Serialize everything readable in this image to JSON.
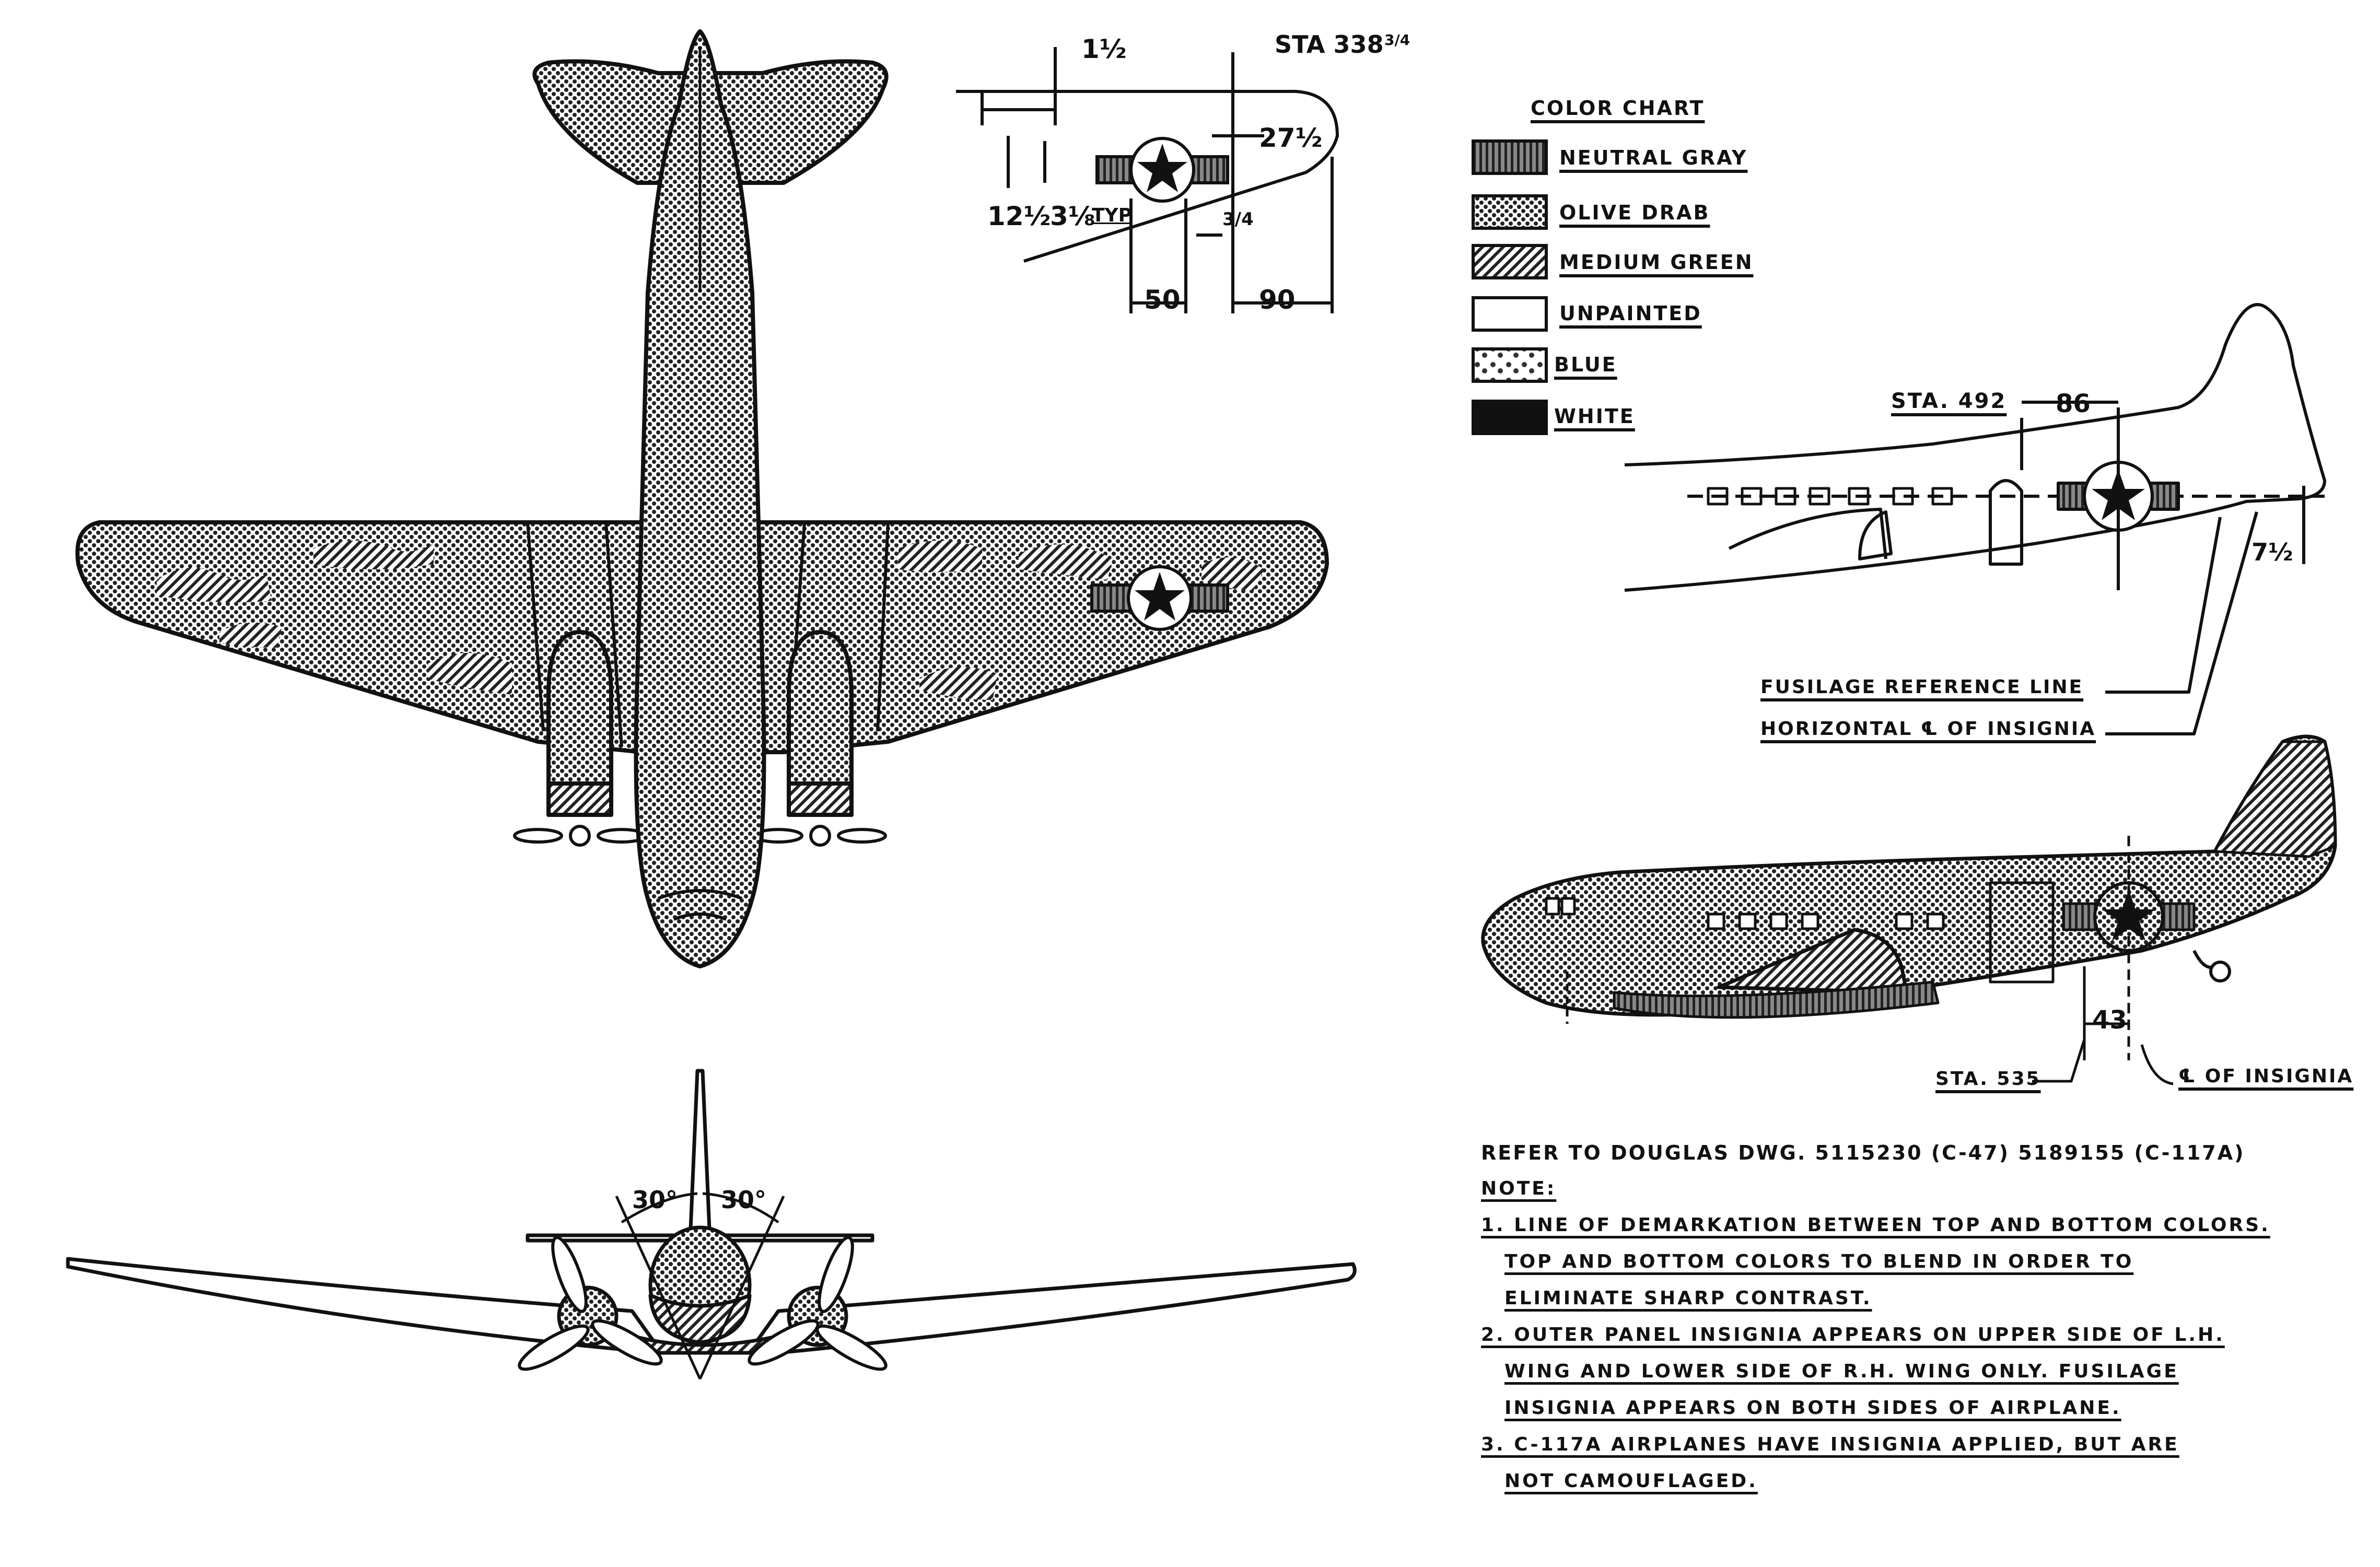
{
  "color_chart": {
    "title": "COLOR CHART",
    "items": [
      {
        "label": "NEUTRAL GRAY",
        "swatch": "neutral-gray"
      },
      {
        "label": "OLIVE DRAB",
        "swatch": "olive-drab"
      },
      {
        "label": "MEDIUM GREEN",
        "swatch": "medium-green"
      },
      {
        "label": "UNPAINTED",
        "swatch": "unpainted"
      },
      {
        "label": "BLUE",
        "swatch": "blue"
      },
      {
        "label": "WHITE",
        "swatch": "white"
      }
    ]
  },
  "detail_dims": {
    "sta": "STA 338",
    "sta_frac": "3/4",
    "d_1_5": "1½",
    "d_27_5": "27½",
    "d_12_5": "12½",
    "d_3_8": "3⅛",
    "typ": "TYP",
    "d_3_4": "3/4",
    "d_50": "50",
    "d_90": "90"
  },
  "front_view": {
    "angle_left": "30°",
    "angle_right": "30°"
  },
  "side_upper": {
    "sta": "STA. 492",
    "d_86": "86",
    "d_7_5": "7½",
    "ref_line": "FUSILAGE REFERENCE LINE",
    "horiz_cl": "HORIZONTAL ℄ OF INSIGNIA"
  },
  "side_lower": {
    "d_43": "43",
    "sta": "STA. 535",
    "cl": "℄ OF INSIGNIA"
  },
  "notes": {
    "refer": "REFER TO DOUGLAS DWG. 5115230 (C-47) 5189155 (C-117A)",
    "heading": "NOTE:",
    "lines": [
      "1. LINE OF DEMARKATION BETWEEN TOP AND BOTTOM COLORS.",
      "TOP AND BOTTOM COLORS TO BLEND IN ORDER TO",
      "ELIMINATE SHARP CONTRAST.",
      "2. OUTER PANEL INSIGNIA APPEARS ON UPPER SIDE OF L.H.",
      "WING AND LOWER SIDE OF R.H. WING ONLY. FUSILAGE",
      "INSIGNIA APPEARS ON BOTH SIDES OF AIRPLANE.",
      "3. C-117A AIRPLANES HAVE INSIGNIA APPLIED, BUT ARE",
      "NOT CAMOUFLAGED."
    ]
  }
}
